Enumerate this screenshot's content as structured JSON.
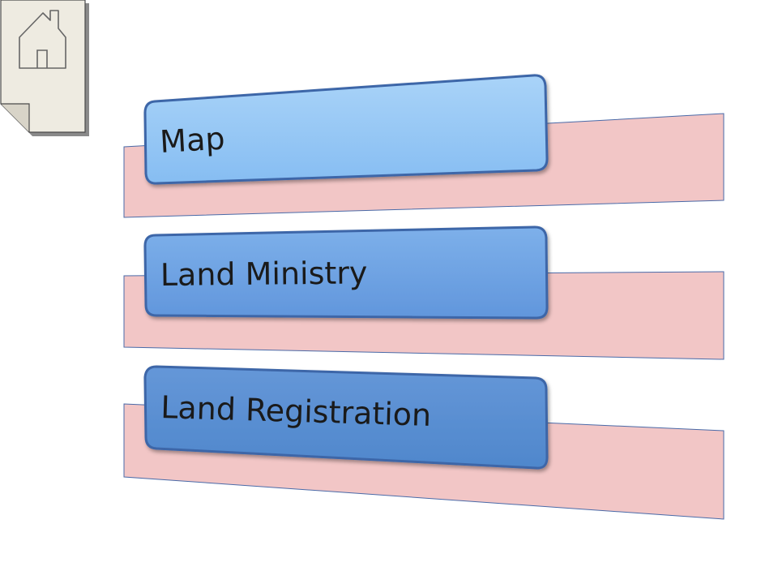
{
  "nav": {
    "home_icon": "home-icon"
  },
  "items": [
    {
      "label": "Map"
    },
    {
      "label": "Land Ministry"
    },
    {
      "label": "Land Registration"
    }
  ],
  "colors": {
    "band_fill": "#f2c6c6",
    "band_stroke": "#4a6aa8",
    "box_top": "#9ccaf4",
    "box_mid": "#6fa2e0",
    "box_bottom": "#4d87cf",
    "box_stroke": "#3c66a8",
    "page_fill": "#eeebe1"
  }
}
